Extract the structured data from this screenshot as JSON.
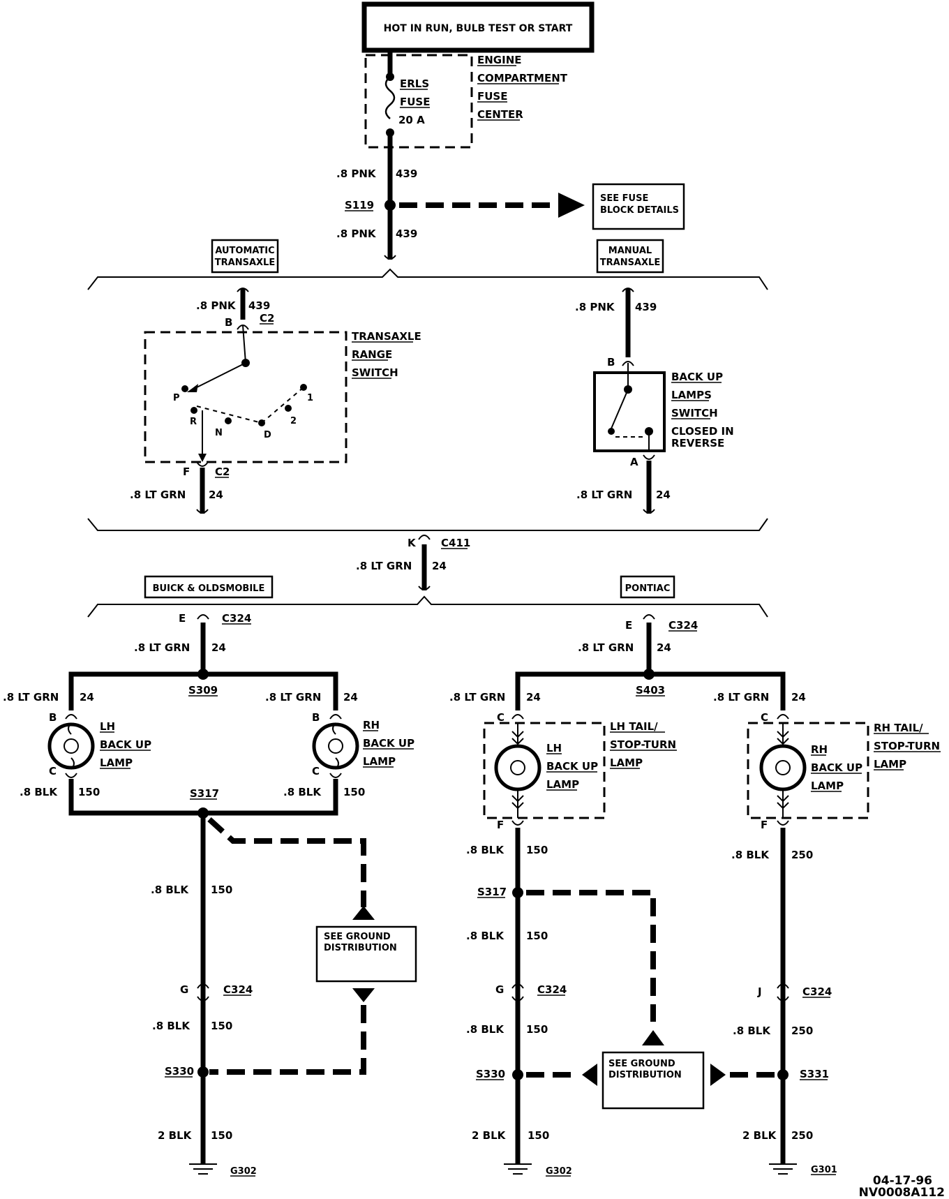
{
  "header": {
    "power_box": "HOT IN RUN, BULB TEST OR START"
  },
  "fuse": {
    "name_line1": "ERLS",
    "name_line2": "FUSE",
    "rating": "20 A",
    "center_line1": "ENGINE",
    "center_line2": "COMPARTMENT",
    "center_line3": "FUSE",
    "center_line4": "CENTER"
  },
  "top_wire": {
    "label_a": ".8 PNK",
    "circuit_a": "439",
    "splice": "S119",
    "label_b": ".8 PNK",
    "circuit_b": "439"
  },
  "fuse_block_ref": {
    "line1": "SEE FUSE",
    "line2": "BLOCK DETAILS"
  },
  "auto": {
    "tag_line1": "AUTOMATIC",
    "tag_line2": "TRANSAXLE",
    "wire_in": ".8 PNK",
    "circuit_in": "439",
    "pin_in": "B",
    "conn_in": "C2",
    "switch_line1": "TRANSAXLE",
    "switch_line2": "RANGE",
    "switch_line3": "SWITCH",
    "pos_p": "P",
    "pos_r": "R",
    "pos_n": "N",
    "pos_d": "D",
    "pos_2": "2",
    "pos_1": "1",
    "pin_out": "F",
    "conn_out": "C2",
    "wire_out": ".8 LT GRN",
    "circuit_out": "24"
  },
  "manual": {
    "tag_line1": "MANUAL",
    "tag_line2": "TRANSAXLE",
    "wire_in": ".8 PNK",
    "circuit_in": "439",
    "pin_in": "B",
    "switch_line1": "BACK UP",
    "switch_line2": "LAMPS",
    "switch_line3": "SWITCH",
    "switch_line4": "CLOSED IN",
    "switch_line5": "REVERSE",
    "pin_out": "A",
    "wire_out": ".8 LT GRN",
    "circuit_out": "24"
  },
  "c411": {
    "pin": "K",
    "conn": "C411",
    "wire": ".8 LT GRN",
    "circuit": "24"
  },
  "buick": {
    "tag": "BUICK & OLDSMOBILE",
    "pin_e": "E",
    "conn_e": "C324",
    "wire_main": ".8 LT GRN",
    "circuit_main": "24",
    "splice_top": "S309",
    "wire_l": ".8 LT GRN",
    "circuit_l": "24",
    "wire_r": ".8 LT GRN",
    "circuit_r": "24",
    "pin_b_l": "B",
    "pin_c_l": "C",
    "pin_b_r": "B",
    "pin_c_r": "C",
    "lamp_l_line1": "LH",
    "lamp_l_line2": "BACK UP",
    "lamp_l_line3": "LAMP",
    "lamp_r_line1": "RH",
    "lamp_r_line2": "BACK UP",
    "lamp_r_line3": "LAMP",
    "blk_l": ".8 BLK",
    "blk_l_circuit": "150",
    "blk_r": ".8 BLK",
    "blk_r_circuit": "150",
    "splice_bot": "S317",
    "wire_down1": ".8 BLK",
    "circuit_down1": "150",
    "ground_ref_line1": "SEE GROUND",
    "ground_ref_line2": "DISTRIBUTION",
    "pin_g": "G",
    "conn_g": "C324",
    "wire_down2": ".8 BLK",
    "circuit_down2": "150",
    "splice_s330": "S330",
    "wire_down3": "2 BLK",
    "circuit_down3": "150",
    "ground": "G302"
  },
  "pontiac": {
    "tag": "PONTIAC",
    "pin_e": "E",
    "conn_e": "C324",
    "wire_main": ".8 LT GRN",
    "circuit_main": "24",
    "splice_top": "S403",
    "wire_l": ".8 LT GRN",
    "circuit_l": "24",
    "wire_r": ".8 LT GRN",
    "circuit_r": "24",
    "pin_c_l": "C",
    "pin_f_l": "F",
    "pin_c_r": "C",
    "pin_f_r": "F",
    "assy_l_line1": "LH TAIL/",
    "assy_l_line2": "STOP-TURN",
    "assy_l_line3": "LAMP",
    "assy_r_line1": "RH TAIL/",
    "assy_r_line2": "STOP-TURN",
    "assy_r_line3": "LAMP",
    "lamp_l_line1": "LH",
    "lamp_l_line2": "BACK UP",
    "lamp_l_line3": "LAMP",
    "lamp_r_line1": "RH",
    "lamp_r_line2": "BACK UP",
    "lamp_r_line3": "LAMP",
    "l_blk1": ".8 BLK",
    "l_circ1": "150",
    "l_splice": "S317",
    "l_blk2": ".8 BLK",
    "l_circ2": "150",
    "l_pin_g": "G",
    "l_conn_g": "C324",
    "l_blk3": ".8 BLK",
    "l_circ3": "150",
    "l_splice2": "S330",
    "l_blk4": "2 BLK",
    "l_circ4": "150",
    "l_ground": "G302",
    "r_blk1": ".8 BLK",
    "r_circ1": "250",
    "r_pin_j": "J",
    "r_conn_j": "C324",
    "r_blk2": ".8 BLK",
    "r_circ2": "250",
    "r_splice": "S331",
    "r_blk3": "2 BLK",
    "r_circ3": "250",
    "r_ground": "G301",
    "ground_ref_line1": "SEE GROUND",
    "ground_ref_line2": "DISTRIBUTION"
  },
  "footer": {
    "date": "04-17-96",
    "code": "NV0008A112"
  }
}
